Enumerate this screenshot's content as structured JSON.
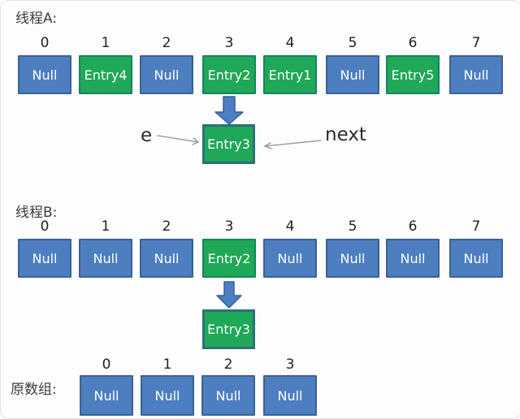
{
  "colors": {
    "blue-fill": "#4d7ebf",
    "blue-border": "#3a6396",
    "green-fill": "#1fa857",
    "green-border": "#15845f",
    "pointer-border": "#2e6f7d",
    "arrow-fill": "#4d7ebf",
    "arrow-stroke": "#31609b",
    "thin-arrow": "#8b95a3",
    "text-light": "#ffffff",
    "text-dark": "#3b3b3b"
  },
  "thread_a": {
    "label": "线程A:",
    "indices": [
      "0",
      "1",
      "2",
      "3",
      "4",
      "5",
      "6",
      "7"
    ],
    "cells": [
      {
        "label": "Null",
        "type": "null"
      },
      {
        "label": "Entry4",
        "type": "entry"
      },
      {
        "label": "Null",
        "type": "null"
      },
      {
        "label": "Entry2",
        "type": "entry"
      },
      {
        "label": "Entry1",
        "type": "entry"
      },
      {
        "label": "Null",
        "type": "null"
      },
      {
        "label": "Entry5",
        "type": "entry"
      },
      {
        "label": "Null",
        "type": "null"
      }
    ],
    "pointer_box": "Entry3",
    "e_label": "e",
    "next_label": "next"
  },
  "thread_b": {
    "label": "线程B:",
    "indices": [
      "0",
      "1",
      "2",
      "3",
      "4",
      "5",
      "6",
      "7"
    ],
    "cells": [
      {
        "label": "Null",
        "type": "null"
      },
      {
        "label": "Null",
        "type": "null"
      },
      {
        "label": "Null",
        "type": "null"
      },
      {
        "label": "Entry2",
        "type": "entry"
      },
      {
        "label": "Null",
        "type": "null"
      },
      {
        "label": "Null",
        "type": "null"
      },
      {
        "label": "Null",
        "type": "null"
      },
      {
        "label": "Null",
        "type": "null"
      }
    ],
    "pointer_box": "Entry3"
  },
  "original_array": {
    "label": "原数组:",
    "indices": [
      "0",
      "1",
      "2",
      "3"
    ],
    "cells": [
      {
        "label": "Null",
        "type": "null"
      },
      {
        "label": "Null",
        "type": "null"
      },
      {
        "label": "Null",
        "type": "null"
      },
      {
        "label": "Null",
        "type": "null"
      }
    ]
  }
}
